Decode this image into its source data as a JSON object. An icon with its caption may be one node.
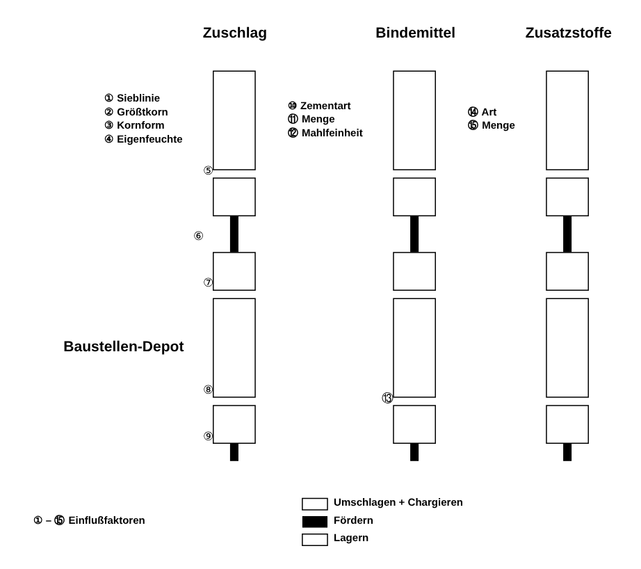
{
  "diagram": {
    "nodes": [
      {
        "text": [],
        "shape": "box"
      },
      {
        "text": [],
        "shape": "square",
        "beside": [
          "⑤"
        ]
      },
      {
        "text": [],
        "shape": "square",
        "beside": [
          "⑦"
        ]
      },
      {
        "text": [],
        "shape": "box",
        "beside": [
          "⑧"
        ]
      },
      {
        "text": [],
        "shape": "square",
        "beside": [
          "⑨"
        ]
      },
      {
        "text": [],
        "shape": "box"
      },
      {
        "text": [],
        "shape": "square"
      },
      {
        "text": [],
        "shape": "square"
      },
      {
        "text": [],
        "shape": "box"
      },
      {
        "text": [],
        "shape": "square",
        "beside": [
          "⑬"
        ]
      },
      {
        "text": [],
        "shape": "box"
      },
      {
        "text": [],
        "shape": "square"
      },
      {
        "text": [],
        "shape": "square"
      },
      {
        "text": [],
        "shape": "box"
      },
      {
        "text": [],
        "shape": "square"
      }
    ],
    "edges": [
      {
        "from": 1,
        "to": 2,
        "arrow": "none",
        "label": "⑥"
      },
      {
        "from": 4,
        "to": null,
        "arrow": "none"
      },
      {
        "from": 6,
        "to": 7,
        "arrow": "none"
      },
      {
        "from": 9,
        "to": null,
        "arrow": "none"
      },
      {
        "from": 11,
        "to": 12,
        "arrow": "none"
      },
      {
        "from": 14,
        "to": null,
        "arrow": "none"
      }
    ],
    "labels": [
      "Zuschlag",
      "Bindemittel",
      "Zusatzstoffe",
      "① Sieblinie",
      "② Größtkorn",
      "③ Kornform",
      "④ Eigenfeuchte",
      "⑩ Zementart",
      "⑪ Menge",
      "⑫ Mahlfeinheit",
      "⑭ Art",
      "⑮ Menge",
      "Baustellen-Depot",
      "① – ⑮ Einflußfaktoren"
    ],
    "legend": [
      {
        "text": "Umschlagen + Chargieren"
      },
      {
        "text": "Fördern"
      },
      {
        "text": "Lagern"
      }
    ]
  }
}
